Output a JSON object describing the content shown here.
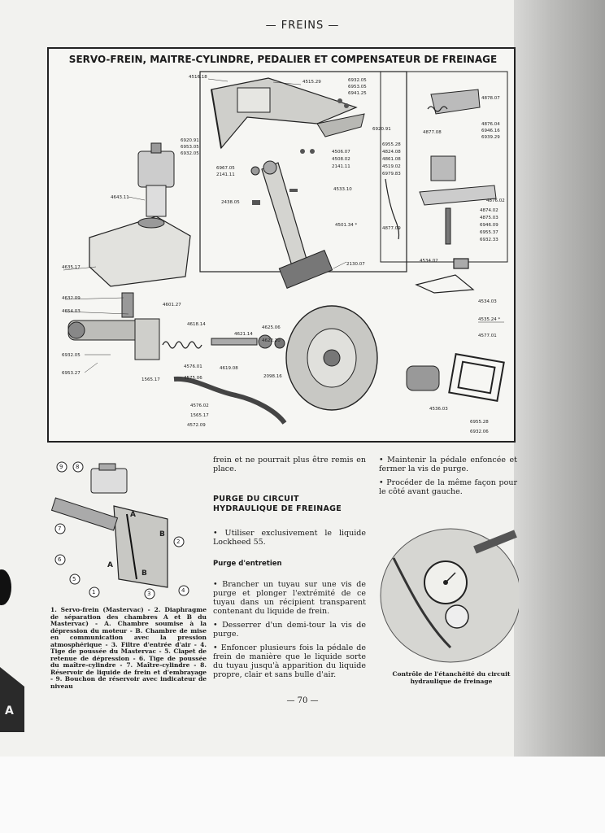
{
  "running_head": "— FREINS —",
  "figure": {
    "title": "SERVO-FREIN, MAITRE-CYLINDRE, PEDALIER ET COMPENSATEUR DE FREINAGE",
    "refs": {
      "r1": "4516.18",
      "r2": "4515.29",
      "r3": "6932.05",
      "r4": "6953.05",
      "r5": "6941.25",
      "r6": "6920.91",
      "r7": "6920.91",
      "r8": "6953.05",
      "r9": "6932.05",
      "r10": "6967.05",
      "r11": "2141.11",
      "r12": "4506.07",
      "r13": "4508.02",
      "r14": "2141.11",
      "r15": "4533.10",
      "r16": "2438.05",
      "r17": "4501.34 *",
      "r18": "4643.11",
      "r19": "4635.17",
      "r20": "2130.07",
      "r21": "4632.09",
      "r22": "4654.03",
      "r23": "4601.27",
      "r24": "4618.14",
      "r25": "4621.14",
      "r26": "4625.06",
      "r27": "4622.10",
      "r28": "6932.05",
      "r29": "6953.27",
      "r30": "4576.01",
      "r31": "4619.08",
      "r32": "2098.16",
      "r33": "1565.17",
      "r34": "4575.06",
      "r35": "4576.02",
      "r36": "1565.17",
      "r37": "4572.09",
      "r38": "4878.07",
      "r39": "4876.04",
      "r40": "6946.16",
      "r41": "6939.29",
      "r42": "4877.08",
      "r43": "6955.28",
      "r44": "4824.08",
      "r45": "4861.08",
      "r46": "4519.02",
      "r47": "6979.83",
      "r48": "4876.02",
      "r49": "4874.02",
      "r50": "4875.03",
      "r51": "6946.09",
      "r52": "6955.37",
      "r53": "6932.33",
      "r54": "4877.09",
      "r55": "4534.02",
      "r56": "4534.03",
      "r57": "4535.24 *",
      "r58": "4577.01",
      "r59": "4536.03",
      "r60": "6955.28",
      "r61": "6932.06"
    }
  },
  "left_caption": "1. Servo-frein (Mastervac) - 2. Diaphragme de séparation des chambres A et B du Mastervac) - A. Chambre soumise à la dépression du moteur - B. Chambre de mise en communication avec la pression atmosphérique - 3. Filtre d'entrée d'air - 4. Tige de poussée du Mastervac - 5. Clapet de retenue de dépression - 6. Tige de poussée du maître-cylindre - 7. Maître-cylindre - 8. Réservoir de liquide de frein et d'embrayage - 9. Bouchon de réservoir avec indicateur de niveau",
  "left_diagram_labels": {
    "n9": "9",
    "n8": "8",
    "n7": "7",
    "n6": "6",
    "n5": "5",
    "n4": "4",
    "n3": "3",
    "n2": "2",
    "n1": "1",
    "a1": "A",
    "a2": "A",
    "b1": "B",
    "b2": "B"
  },
  "middle": {
    "intro": "frein et ne pourrait plus être remis en place.",
    "heading": "PURGE DU CIRCUIT HYDRAULIQUE DE FREINAGE",
    "p1": "• Utiliser exclusivement le liquide Lockheed 55.",
    "subheading": "Purge d'entretien",
    "p2": "• Brancher un tuyau sur une vis de purge et plonger l'extrémité de ce tuyau dans un récipient transparent contenant du liquide de frein.",
    "p3": "• Desserrer d'un demi-tour la vis de purge.",
    "p4": "• Enfoncer plusieurs fois la pédale de frein de manière que le liquide sorte du tuyau jusqu'à apparition du liquide propre, clair et sans bulle d'air."
  },
  "right": {
    "p1": "• Maintenir la pédale enfoncée et fermer la vis de purge.",
    "p2": "• Procéder de la même façon pour le côté avant gauche.",
    "caption": "Contrôle de l'étanchéité du circuit hydraulique de freinage"
  },
  "folio": "— 70 —",
  "tab_letter": "A"
}
